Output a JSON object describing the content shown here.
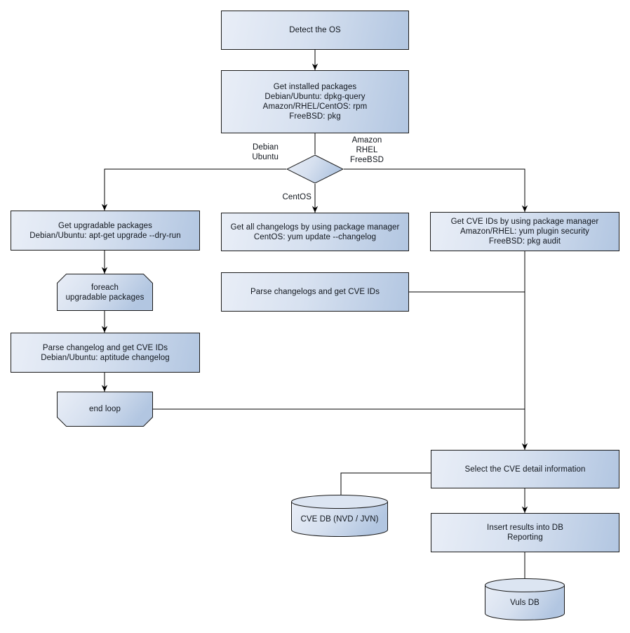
{
  "colors": {
    "node_fill_light": "#e9eef7",
    "node_fill_dark": "#b2c6e1",
    "node_border": "#1a1a1a",
    "connector": "#000000",
    "text": "#10151c",
    "background": "#ffffff"
  },
  "nodes": {
    "detect_os": {
      "label": "Detect the OS"
    },
    "get_installed": {
      "label": "Get installed packages\nDebian/Ubuntu: dpkg-query\nAmazon/RHEL/CentOS: rpm\nFreeBSD: pkg"
    },
    "get_upgradable": {
      "label": "Get upgradable packages\nDebian/Ubuntu: apt-get upgrade --dry-run"
    },
    "foreach_loop": {
      "label": "foreach\nupgradable packages"
    },
    "parse_changelog_deb": {
      "label": "Parse changelog and get CVE IDs\nDebian/Ubuntu: aptitude changelog"
    },
    "end_loop": {
      "label": "end loop"
    },
    "get_changelogs": {
      "label": "Get all changelogs by using package manager\nCentOS: yum update --changelog"
    },
    "parse_changelogs": {
      "label": "Parse changelogs and get CVE IDs"
    },
    "get_cve_ids": {
      "label": "Get CVE IDs by using package manager\nAmazon/RHEL: yum plugin security\nFreeBSD: pkg audit"
    },
    "select_cve": {
      "label": "Select the CVE detail information"
    },
    "cve_db": {
      "label": "CVE DB (NVD / JVN)"
    },
    "insert_results": {
      "label": "Insert results into DB\nReporting"
    },
    "vuls_db": {
      "label": "Vuls DB"
    }
  },
  "edge_labels": {
    "left_branch": "Debian\nUbuntu",
    "right_branch": "Amazon\nRHEL\nFreeBSD",
    "down_branch": "CentOS"
  }
}
